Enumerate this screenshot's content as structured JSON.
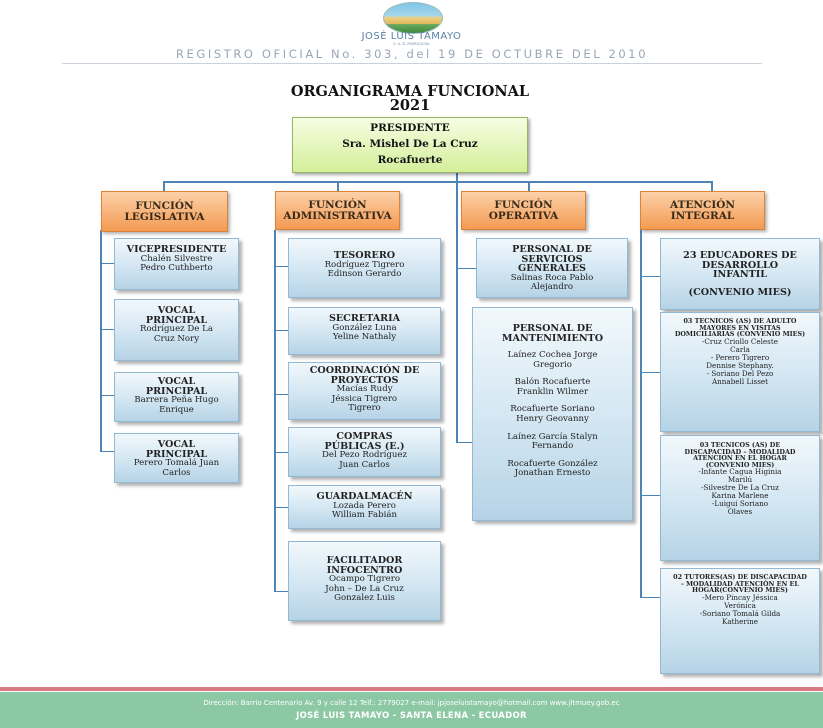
{
  "header": {
    "logo_name": "JOSÉ LUIS TAMAYO",
    "logo_subtitle": "G. A. D. PARROQUIAL",
    "registro": "REGISTRO OFICIAL No. 303, del 19 DE OCTUBRE DEL 2010"
  },
  "title": {
    "line1": "ORGANIGRAMA FUNCIONAL",
    "line2": "2021"
  },
  "president": {
    "role": "PRESIDENTE",
    "name": "Sra. Mishel De La Cruz",
    "name2": "Rocafuerte"
  },
  "columns": [
    {
      "heading": "FUNCIÓN LEGISLATIVA",
      "boxes": [
        {
          "title": "VICEPRESIDENTE",
          "names": [
            "Chalén Silvestre",
            "Pedro Cuthberto"
          ]
        },
        {
          "title": "VOCAL PRINCIPAL",
          "names": [
            "Rodríguez De La",
            "Cruz Nory"
          ]
        },
        {
          "title": "VOCAL PRINCIPAL",
          "names": [
            "Barrera Peña Hugo",
            "Enrique"
          ]
        },
        {
          "title": "VOCAL PRINCIPAL",
          "names": [
            "Perero Tomalá Juan",
            "Carlos"
          ]
        }
      ]
    },
    {
      "heading": "FUNCIÓN ADMINISTRATIVA",
      "boxes": [
        {
          "title": "TESORERO",
          "names": [
            "Rodríguez Tigrero",
            "Edinson Gerardo"
          ]
        },
        {
          "title": "SECRETARIA",
          "names": [
            "González Luna",
            "Yeline Nathaly"
          ]
        },
        {
          "title": "COORDINACIÓN DE PROYECTOS",
          "names": [
            "Macías Rudy",
            "Jéssica Tigrero",
            "Tigrero"
          ]
        },
        {
          "title": "COMPRAS PÚBLICAS (E.)",
          "names": [
            "Del Pezo Rodríguez",
            "Juan Carlos"
          ]
        },
        {
          "title": "GUARDALMACÉN",
          "names": [
            "Lozada Perero",
            "William Fabián"
          ]
        },
        {
          "title": "FACILITADOR INFOCENTRO",
          "names": [
            "Ocampo Tigrero",
            "John – De La Cruz",
            "Gonzalez Luis"
          ]
        }
      ]
    },
    {
      "heading": "FUNCIÓN OPERATIVA",
      "boxes": [
        {
          "title": "PERSONAL DE SERVICIOS GENERALES",
          "names": [
            "Salinas Roca Pablo",
            "Alejandro"
          ]
        },
        {
          "title": "PERSONAL DE MANTENIMIENTO",
          "names": [
            "Laínez Cochea Jorge",
            "Gregorio",
            "Balón Rocafuerte",
            "Franklin Wilmer",
            "Rocafuerte Soriano",
            "Henry Geovanny",
            "Laínez García Stalyn",
            "Fernando",
            "Rocafuerte González",
            "Jonathan Ernesto"
          ]
        }
      ]
    },
    {
      "heading": "ATENCIÓN INTEGRAL",
      "boxes": [
        {
          "title": "23 EDUCADORES DE DESARROLLO INFANTIL",
          "title2": "(CONVENIO MIES)"
        },
        {
          "title": "03 TECNICOS (AS) DE ADULTO MAYORES EN VISITAS DOMICILIARIAS (CONVENIO MIES)",
          "names": [
            "-Cruz Criollo Celeste",
            "Carla",
            "- Perero Tigrero",
            "Dennise Stephany.",
            "- Soriano Del Pezo",
            "Annabell Lisset"
          ]
        },
        {
          "title": "03 TECNICOS (AS) DE DISCAPACIDAD – MODALIDAD ATENCION EN EL HOGAR (CONVENIO MIES)",
          "names": [
            "-Infante Cagua Higinia",
            "Marilú",
            "-Silvestre De La Cruz",
            "Karina Marlene",
            "-Luigui Soriano",
            "Olaves"
          ]
        },
        {
          "title": "02 TUTORES(AS) DE DISCAPACIDAD - MODALIDAD ATENCIÓN EN EL HOGAR(CONVENIO MIES)",
          "names": [
            "-Mero Pincay Jéssica",
            "Verónica",
            "-Soriano Tomalá Gilda",
            "Katherine"
          ]
        }
      ]
    }
  ],
  "footer": {
    "contact": "Dirección: Barrio Centenario Av. 9 y calle 12  Telf.: 2779027     e-mail: jpjoseluistamayo@hotmail.com     www.jltmuey.gob.ec",
    "location": "JOSÉ LUIS TAMAYO - SANTA ELENA - ECUADOR"
  },
  "colors": {
    "connector": "#4d84b8",
    "function_header": "#f39a52",
    "president_box": "#d4ef9b",
    "staff_box": "#d2e6f2",
    "footer": "#8cc8a3",
    "footer_stripe": "#d77a83"
  }
}
